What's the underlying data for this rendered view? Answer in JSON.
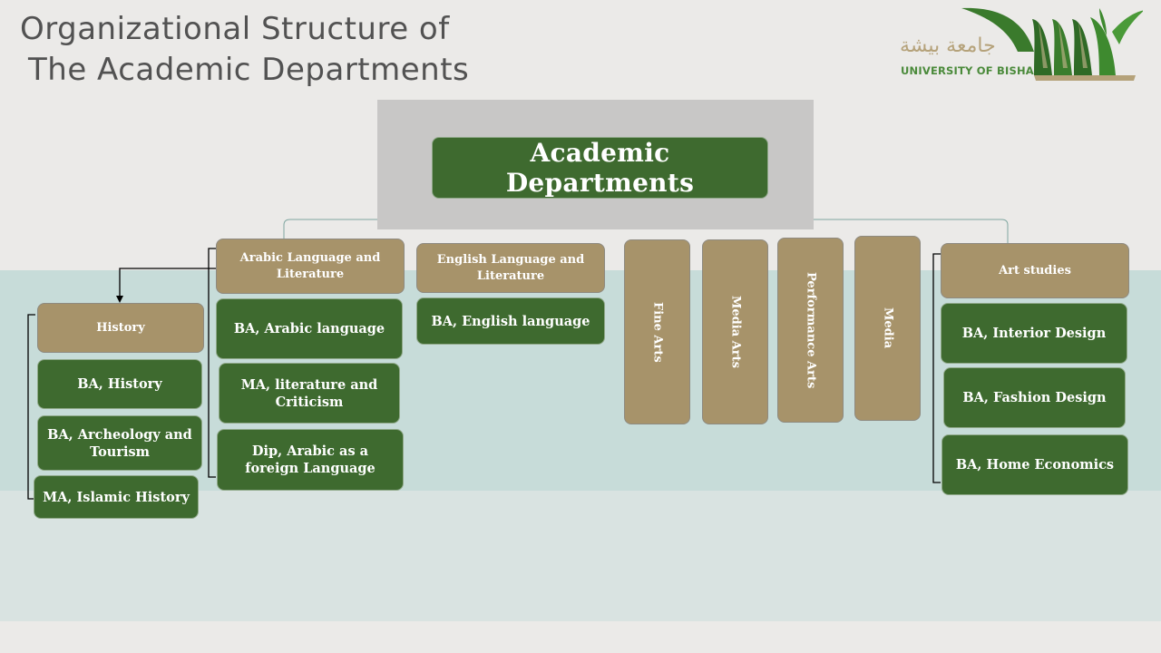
{
  "slide": {
    "title_line1": "Organizational Structure of",
    "title_line2": "The Academic Departments"
  },
  "logo": {
    "arabic_name": "جامعة بيشة",
    "english_name": "UNIVERSITY OF BISHA",
    "colors": {
      "green": "#3e8a2f",
      "gold": "#b5a27a"
    }
  },
  "colors": {
    "department": "#a7936a",
    "program": "#3e6a2f",
    "background": "#ebeae8"
  },
  "root": {
    "label": "Academic Departments"
  },
  "history": {
    "label": "History",
    "programs": [
      "BA, History",
      "BA, Archeology and Tourism",
      "MA, Islamic History"
    ]
  },
  "arabic": {
    "label": "Arabic Language and Literature",
    "programs": [
      "BA, Arabic language",
      "MA, literature and Criticism",
      "Dip, Arabic as a foreign Language"
    ]
  },
  "english": {
    "label": "English Language and Literature",
    "programs": [
      "BA, English language"
    ]
  },
  "fine_arts": {
    "label": "Fine Arts"
  },
  "media_arts": {
    "label": "Media Arts"
  },
  "performance_arts": {
    "label": "Performance Arts"
  },
  "media": {
    "label": "Media"
  },
  "art_studies": {
    "label": "Art studies",
    "programs": [
      "BA, Interior Design",
      "BA, Fashion Design",
      "BA, Home Economics"
    ]
  }
}
